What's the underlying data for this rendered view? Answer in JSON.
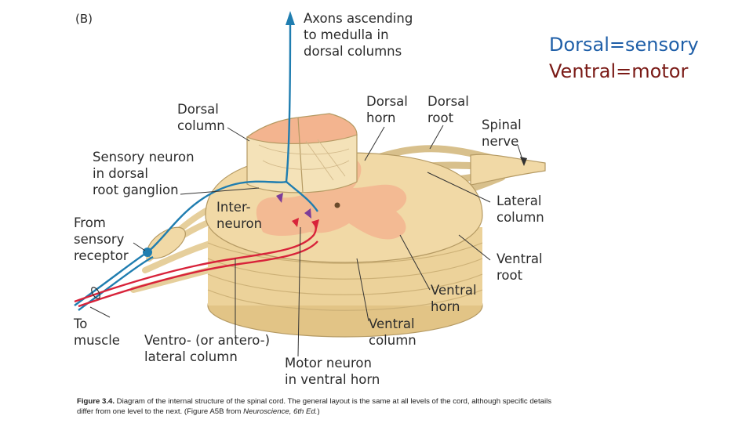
{
  "slide": {
    "panel_label": "(B)",
    "notes": [
      {
        "text": "Dorsal=sensory",
        "color": "#1f5fa8"
      },
      {
        "text": "Ventral=motor",
        "color": "#7a1a16"
      }
    ]
  },
  "diagram": {
    "labels": {
      "axons_ascending": [
        "Axons ascending",
        "to  medulla in",
        "dorsal columns"
      ],
      "dorsal_column": [
        "Dorsal",
        "column"
      ],
      "dorsal_horn": [
        "Dorsal",
        "horn"
      ],
      "dorsal_root": [
        "Dorsal",
        "root"
      ],
      "spinal_nerve": [
        "Spinal",
        "nerve"
      ],
      "sensory_neuron": [
        "Sensory neuron",
        "in dorsal",
        "root ganglion"
      ],
      "from_sensory_receptor": [
        "From",
        "sensory",
        "receptor"
      ],
      "interneuron": [
        "Inter-",
        "neuron"
      ],
      "lateral_column": [
        "Lateral",
        "column"
      ],
      "ventral_root": [
        "Ventral",
        "root"
      ],
      "ventral_horn": [
        "Ventral",
        "horn"
      ],
      "to_muscle": [
        "To",
        "muscle"
      ],
      "ventral_column": [
        "Ventral",
        "column"
      ],
      "ventrolateral_column": [
        "Ventro- (or antero-)",
        "lateral column"
      ],
      "motor_neuron": [
        "Motor neuron",
        "in ventral horn"
      ]
    },
    "colors": {
      "white_matter": "#f1d9a6",
      "gray_matter": "#f3b48f",
      "sensory_axon": "#1f7db0",
      "motor_axon": "#d8233a",
      "interneuron": "#7d3c98"
    }
  },
  "caption": {
    "figure_label": "Figure 3.4.",
    "text": " Diagram of the internal structure of the spinal cord. The general layout is the same at all levels of the cord, although specific details differ from one level to the next. (Figure A5B from ",
    "source_title": "Neuroscience, 6th Ed.",
    "tail": ")"
  }
}
